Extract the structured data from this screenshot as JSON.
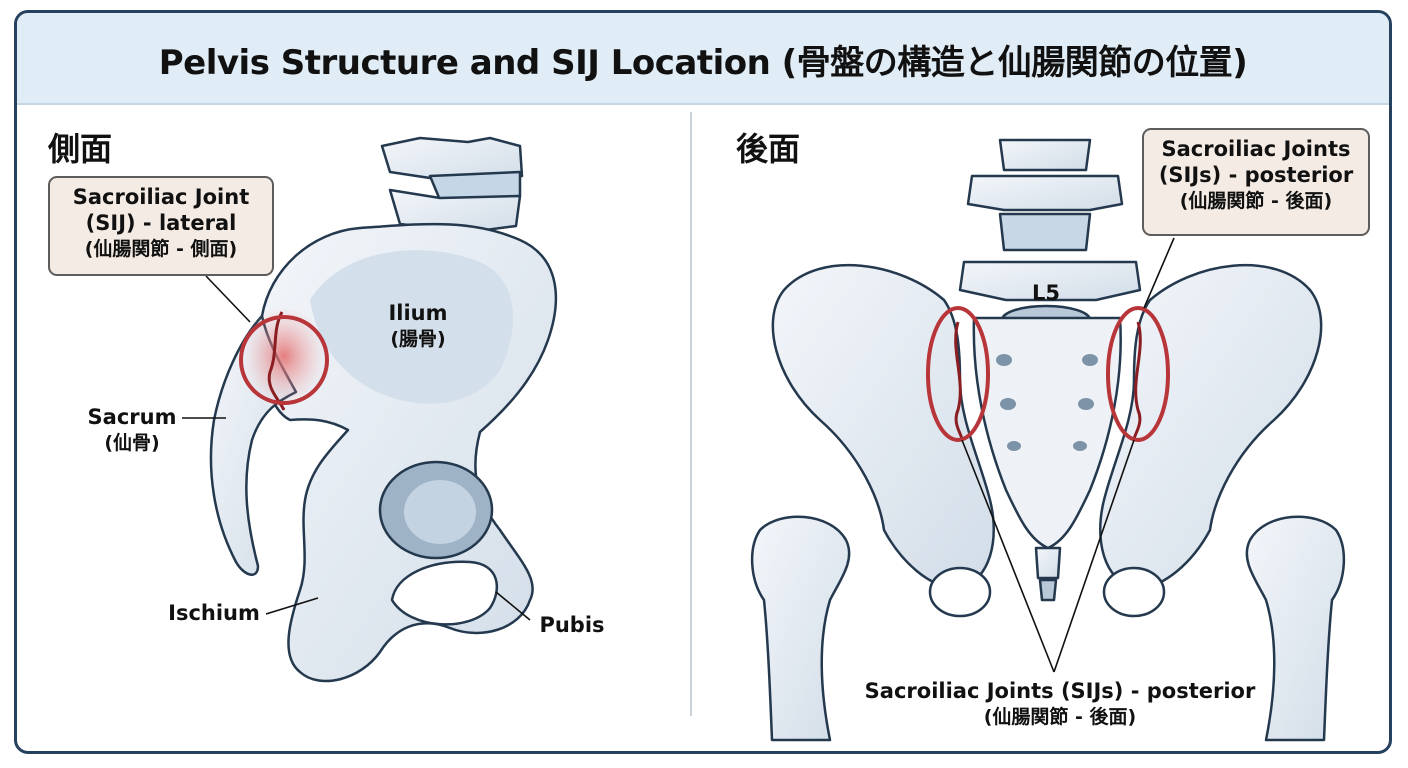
{
  "title": "Pelvis Structure and SIJ Location (骨盤の構造と仙腸関節の位置)",
  "lateral": {
    "heading": "側面",
    "callout": {
      "line1": "Sacroiliac Joint",
      "line2": "(SIJ) - lateral",
      "line3": "(仙腸関節 - 側面)"
    },
    "ilium": {
      "name": "Ilium",
      "jp": "(腸骨)"
    },
    "sacrum": {
      "name": "Sacrum",
      "jp": "(仙骨)"
    },
    "ischium": "Ischium",
    "pubis": "Pubis"
  },
  "posterior": {
    "heading": "後面",
    "callout": {
      "line1": "Sacroiliac Joints",
      "line2": "(SIJs) - posterior",
      "line3": "(仙腸関節 - 後面)"
    },
    "vertebra": "L5",
    "bottom": {
      "line1": "Sacroiliac Joints (SIJs) - posterior",
      "line2": "(仙腸関節 - 後面)"
    }
  },
  "colors": {
    "bone": "#e6ecf3",
    "bone_shadow": "#b8c8d8",
    "outline": "#24384e",
    "joint_ring": "#b8353a",
    "joint_fill": "#e88a8a",
    "header_bg": "#e0edf6",
    "callout_bg": "#f4ebe4"
  }
}
